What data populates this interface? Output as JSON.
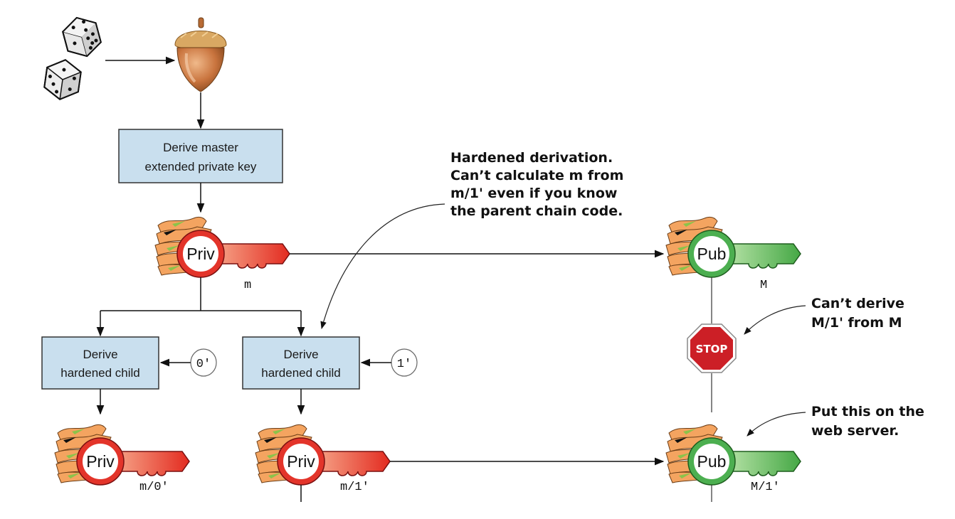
{
  "diagram": {
    "title": "Hardened key derivation with public key on web server",
    "seed_source": {
      "icon": "dice-icon",
      "label": ""
    },
    "seed": {
      "icon": "acorn-icon",
      "label": ""
    },
    "boxes": {
      "master": [
        "Derive master",
        "extended private key"
      ],
      "child0": [
        "Derive",
        "hardened child"
      ],
      "child1": [
        "Derive",
        "hardened child"
      ]
    },
    "indexes": {
      "child0": "0'",
      "child1": "1'"
    },
    "keys": {
      "master_priv": {
        "text": "Priv",
        "path": "m",
        "color": "#e8432e"
      },
      "master_pub": {
        "text": "Pub",
        "path": "M",
        "color": "#4caf50"
      },
      "child0_priv": {
        "text": "Priv",
        "path": "m/0'",
        "color": "#e8432e"
      },
      "child1_priv": {
        "text": "Priv",
        "path": "m/1'",
        "color": "#e8432e"
      },
      "child1_pub": {
        "text": "Pub",
        "path": "M/1'",
        "color": "#4caf50"
      }
    },
    "stop_sign": {
      "text": "STOP",
      "color": "#cc1f26"
    },
    "notes": {
      "hardened": [
        "Hardened derivation.",
        "Can’t calculate m from",
        "m/1' even if you know",
        "the parent chain code."
      ],
      "cant_derive": [
        "Can’t derive",
        "M/1' from M"
      ],
      "web_server": [
        "Put this on the",
        "web server."
      ]
    },
    "colors": {
      "box_fill": "#c9dfee",
      "priv_key": "#e8432e",
      "pub_key": "#4caf50",
      "wallet": "#f4a460"
    }
  }
}
